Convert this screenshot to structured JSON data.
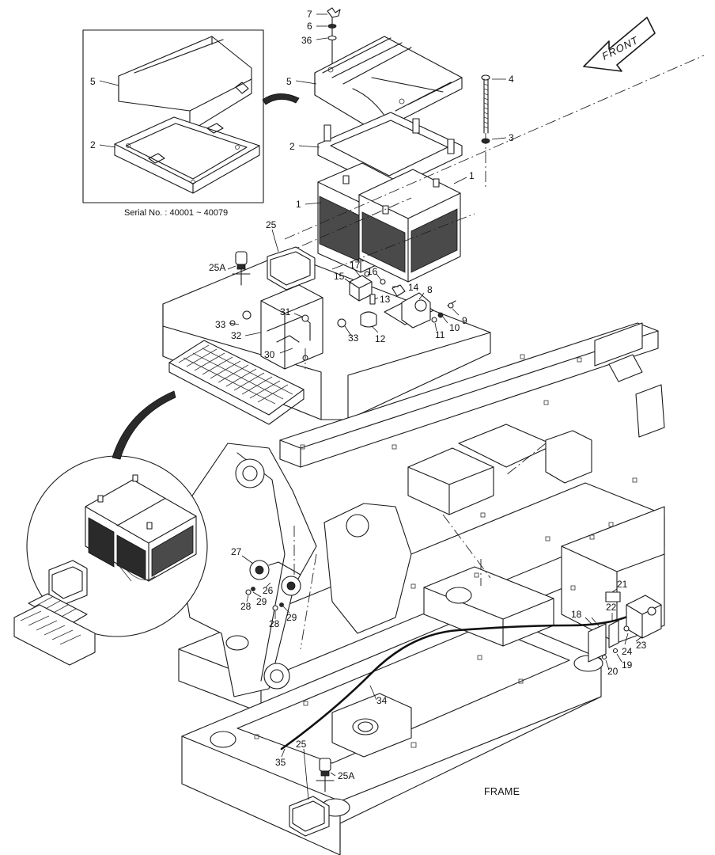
{
  "diagram": {
    "front_label": "FRONT",
    "frame_label": "FRAME",
    "inset_caption": "Serial No. : 40001 ~ 40079",
    "callouts": {
      "c1a": "1",
      "c1b": "1",
      "c2": "2",
      "c2i": "2",
      "c3": "3",
      "c4": "4",
      "c5": "5",
      "c5i": "5",
      "c6": "6",
      "c7": "7",
      "c8": "8",
      "c9": "9",
      "c10": "10",
      "c11": "11",
      "c12": "12",
      "c13": "13",
      "c14": "14",
      "c15": "15",
      "c16": "16",
      "c17": "17",
      "c18": "18",
      "c19": "19",
      "c20": "20",
      "c21": "21",
      "c22": "22",
      "c23": "23",
      "c24": "24",
      "c25a": "25",
      "c25b": "25",
      "c25Aa": "25A",
      "c25Ab": "25A",
      "c26": "26",
      "c27": "27",
      "c28a": "28",
      "c28b": "28",
      "c29a": "29",
      "c29b": "29",
      "c30": "30",
      "c31": "31",
      "c32": "32",
      "c33a": "33",
      "c33b": "33",
      "c34": "34",
      "c35": "35",
      "c36": "36"
    }
  }
}
